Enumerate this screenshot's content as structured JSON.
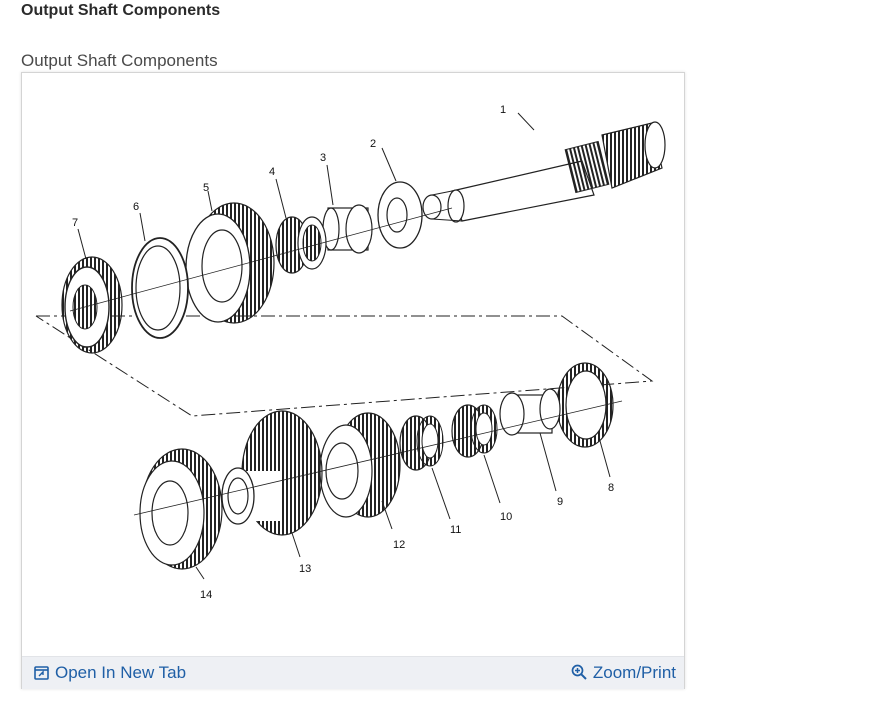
{
  "page": {
    "heading": "Output Shaft Components"
  },
  "figure": {
    "caption": "Output Shaft Components",
    "callouts": [
      "1",
      "2",
      "3",
      "4",
      "5",
      "6",
      "7",
      "8",
      "9",
      "10",
      "11",
      "12",
      "13",
      "14"
    ]
  },
  "footer": {
    "open_label": "Open In New Tab",
    "zoom_label": "Zoom/Print"
  },
  "colors": {
    "link": "#1f5fa6",
    "footer_bg": "#eef0f4"
  },
  "icons": {
    "open": "open-in-new-tab-icon",
    "zoom": "zoom-in-icon"
  }
}
